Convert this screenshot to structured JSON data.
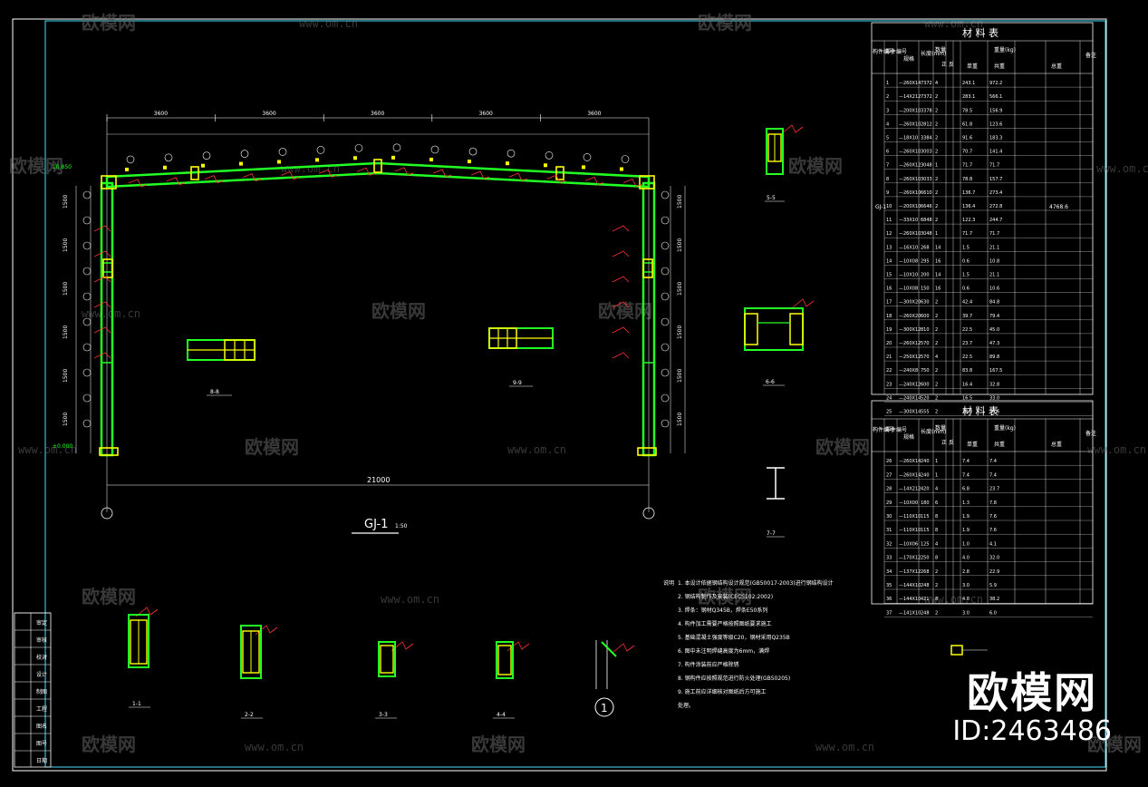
{
  "drawing": {
    "frame_title": "GJ-1",
    "frame_scale": "1:50",
    "total_span": "21000",
    "top_dims": [
      "3600",
      "3600",
      "3600",
      "3600",
      "3600"
    ],
    "sections": [
      "1-1",
      "2-2",
      "3-3",
      "4-4",
      "5-5",
      "6-6",
      "7-7",
      "8-8",
      "9-9"
    ],
    "detail_mark": "1",
    "elev_left": "10.850",
    "elev_base": "±0.000",
    "col_dims_left": [
      "1500",
      "1500",
      "1500",
      "1500",
      "1500",
      "1500"
    ],
    "notes_head": "说明",
    "notes": [
      "1. 本设计依据钢结构设计规范(GB50017-2003)进行钢结构设计",
      "2. 钢结构制作及安装(CECS102:2002)",
      "3. 焊条：钢材Q345B，焊条E50系列",
      "4. 构件加工需要严格按照图纸要求施工",
      "5. 基础混凝土强度等级C20，钢材采用Q235B",
      "6. 图中未注明焊缝高度为6mm，满焊",
      "7. 构件涂装前应严格除锈",
      "8. 钢构件应按照规范进行防火处理(GB50205)",
      "9. 施工前应详细核对图纸后方可施工"
    ],
    "notes_tail": "处理。"
  },
  "table1": {
    "title": "材 料 表",
    "headers": [
      "构件编号",
      "零件编号",
      "规格",
      "长度(mm)",
      "数量",
      "正",
      "反",
      "重量(kg)",
      "单重",
      "共重",
      "总重",
      "备注"
    ],
    "member": "GJ-1",
    "total": "4768.6",
    "rows": [
      [
        "1",
        "—260X14",
        "7372",
        "4",
        "243.1",
        "972.2"
      ],
      [
        "2",
        "—14X212",
        "7372",
        "2",
        "283.1",
        "566.1"
      ],
      [
        "3",
        "—200X10",
        "3378",
        "2",
        "78.5",
        "156.9"
      ],
      [
        "4",
        "—260X10",
        "2812",
        "2",
        "61.8",
        "123.6"
      ],
      [
        "5",
        "—18X10",
        "3384",
        "2",
        "91.6",
        "183.3"
      ],
      [
        "6",
        "—260X10",
        "3003",
        "2",
        "70.7",
        "141.4"
      ],
      [
        "7",
        "—260X12",
        "3048",
        "1",
        "71.7",
        "71.7"
      ],
      [
        "8",
        "—260X10",
        "3033",
        "2",
        "78.8",
        "157.7"
      ],
      [
        "9",
        "—260X10",
        "6610",
        "2",
        "136.7",
        "273.4"
      ],
      [
        "10",
        "—200X10",
        "6646",
        "2",
        "136.4",
        "272.8"
      ],
      [
        "11",
        "—33X10",
        "6848",
        "2",
        "122.3",
        "244.7"
      ],
      [
        "12",
        "—260X10",
        "3048",
        "1",
        "71.7",
        "71.7"
      ],
      [
        "13",
        "—16X10",
        "268",
        "14",
        "1.5",
        "21.1"
      ],
      [
        "14",
        "—10X08",
        "295",
        "16",
        "0.6",
        "10.8"
      ],
      [
        "15",
        "—10X10",
        "200",
        "14",
        "1.5",
        "21.1"
      ],
      [
        "16",
        "—10X08",
        "150",
        "16",
        "0.6",
        "10.6"
      ],
      [
        "17",
        "—300X20",
        "630",
        "2",
        "42.4",
        "84.8"
      ],
      [
        "18",
        "—260X20",
        "600",
        "2",
        "39.7",
        "79.4"
      ],
      [
        "19",
        "—300X12",
        "810",
        "2",
        "22.5",
        "45.0"
      ],
      [
        "20",
        "—260X12",
        "570",
        "2",
        "23.7",
        "47.3"
      ],
      [
        "21",
        "—250X12",
        "570",
        "4",
        "22.5",
        "89.8"
      ],
      [
        "22",
        "—240X8",
        "750",
        "2",
        "83.8",
        "167.5"
      ],
      [
        "23",
        "—240X12",
        "600",
        "2",
        "16.4",
        "32.8"
      ],
      [
        "24",
        "—240X14",
        "520",
        "2",
        "16.5",
        "33.0"
      ],
      [
        "25",
        "—300X14",
        "555",
        "2",
        "18.3",
        "36.6"
      ]
    ]
  },
  "table2": {
    "title": "材 料 表",
    "headers": [
      "构件编号",
      "零件编号",
      "规格",
      "长度(mm)",
      "数量",
      "正",
      "反",
      "重量(kg)",
      "单重",
      "共重",
      "总重",
      "备注"
    ],
    "rows": [
      [
        "26",
        "—260X14",
        "240",
        "1",
        "7.4",
        "7.4"
      ],
      [
        "27",
        "—260X14",
        "240",
        "1",
        "7.4",
        "7.4"
      ],
      [
        "28",
        "—14X212",
        "420",
        "4",
        "6.8",
        "23.7"
      ],
      [
        "29",
        "—10X00",
        "180",
        "6",
        "1.3",
        "7.8"
      ],
      [
        "30",
        "—110X10",
        "115",
        "8",
        "1.9",
        "7.6"
      ],
      [
        "31",
        "—110X10",
        "115",
        "8",
        "1.9",
        "7.6"
      ],
      [
        "32",
        "—10X06",
        "125",
        "4",
        "1.0",
        "4.1"
      ],
      [
        "33",
        "—170X12",
        "250",
        "8",
        "4.0",
        "32.0"
      ],
      [
        "34",
        "—137X12",
        "268",
        "2",
        "2.8",
        "22.9"
      ],
      [
        "35",
        "—144X10",
        "248",
        "2",
        "3.0",
        "5.9"
      ],
      [
        "36",
        "—144X10",
        "421",
        "8",
        "4.8",
        "38.2"
      ],
      [
        "37",
        "—141X10",
        "248",
        "2",
        "3.0",
        "6.0"
      ]
    ]
  },
  "titleblock": [
    "审定",
    "审核",
    "校对",
    "设计",
    "制图",
    "工程",
    "图名",
    "图号",
    "日期"
  ],
  "watermark": {
    "brand": "欧模网",
    "url": "www.om.cn"
  },
  "branding": {
    "logo": "欧模网",
    "id": "ID:2463486"
  },
  "colors": {
    "bg": "#000000",
    "frame": "#3fe4ff",
    "member": "#22ff22",
    "plate": "#ffff00",
    "red": "#ff3333",
    "white": "#ffffff"
  }
}
